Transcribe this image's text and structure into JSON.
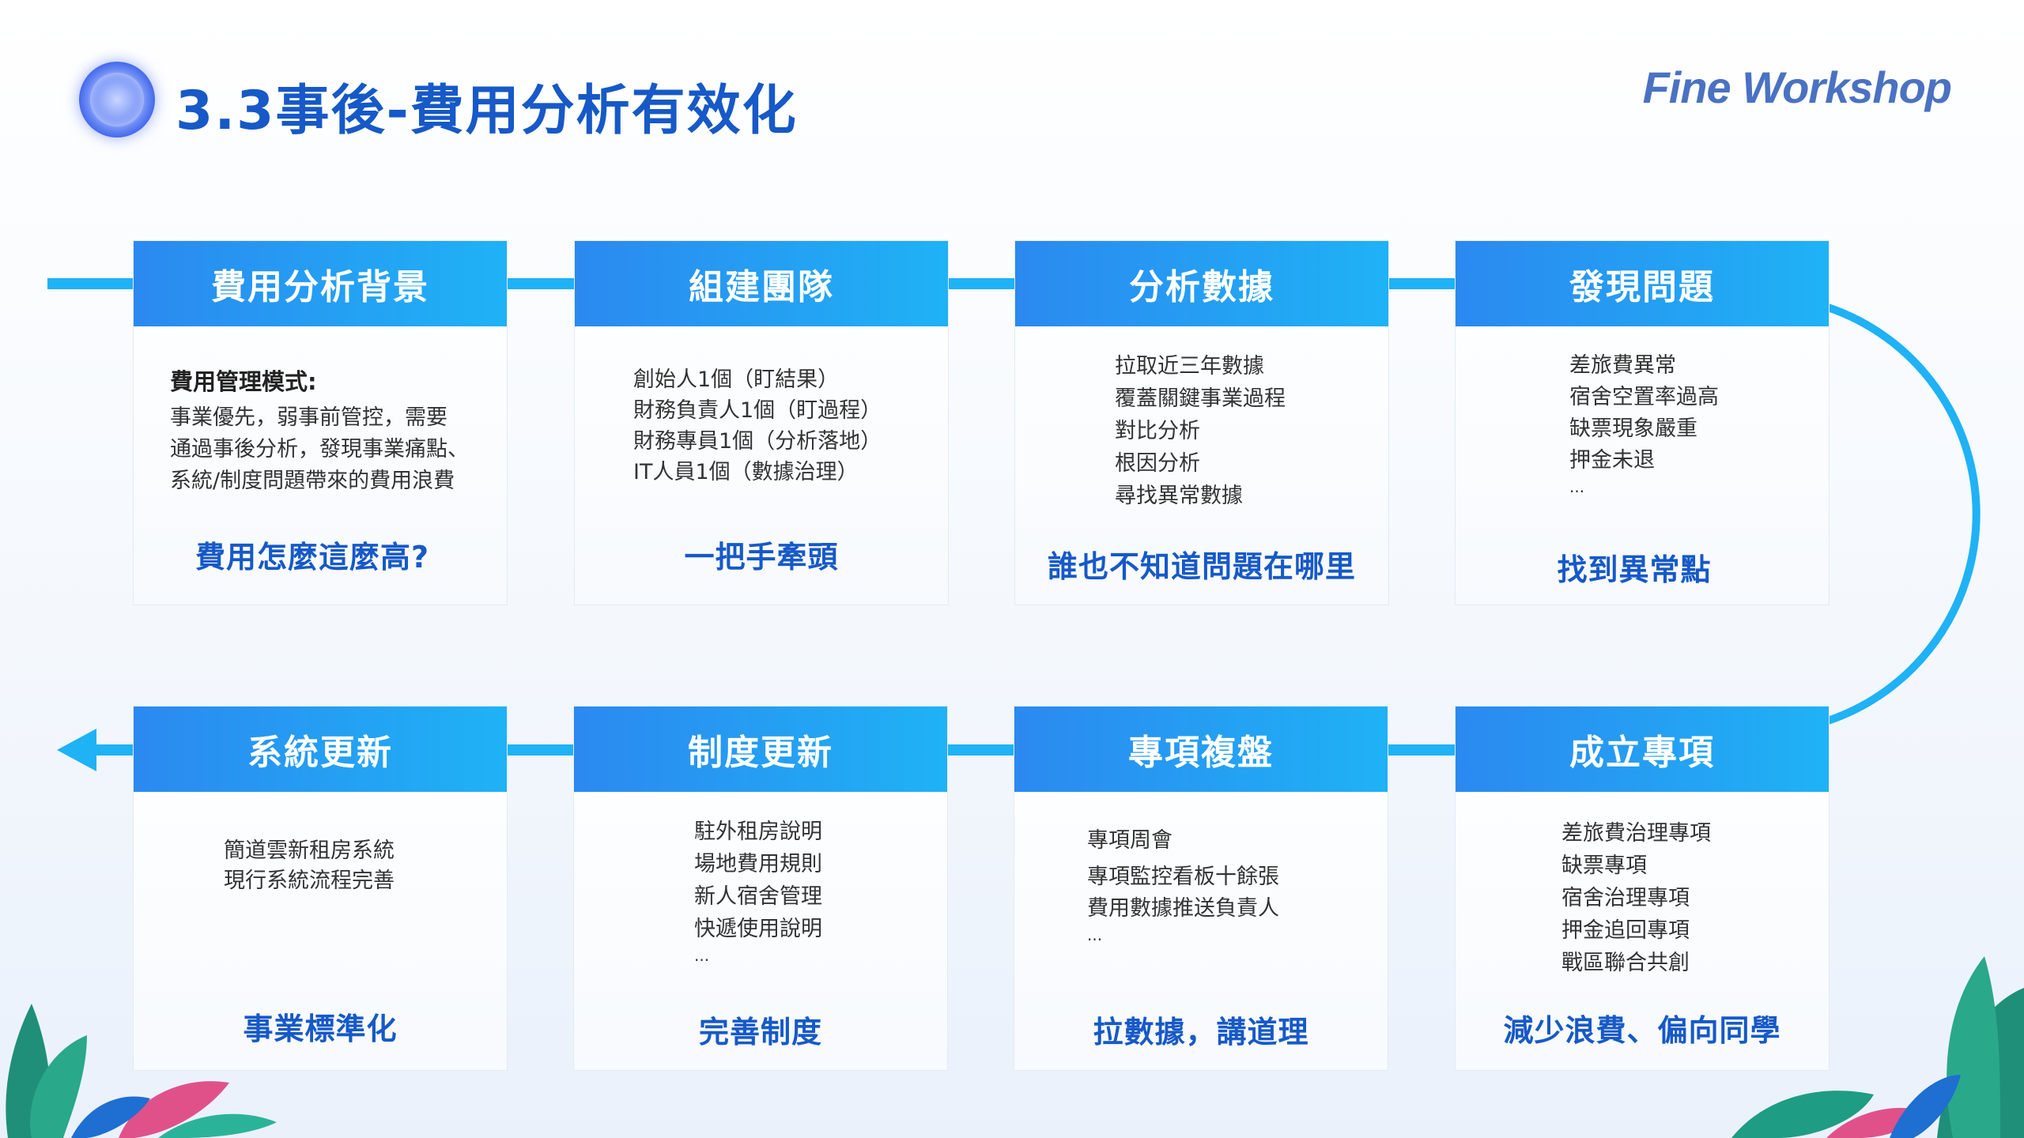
{
  "header": {
    "title": "3.3事後-費用分析有效化",
    "brand": "Fine Workshop"
  },
  "colors": {
    "accent": "#1659c7",
    "header_start": "#2b89f0",
    "header_end": "#1fb2f5",
    "connector": "#1fb2f5"
  },
  "steps": [
    {
      "title": "費用分析背景",
      "subtitle": "費用管理模式:",
      "items": [
        "事業優先，弱事前管控，需要",
        "通過事後分析，發現事業痛點、",
        "系統/制度問題帶來的費用浪費"
      ],
      "conclusion": "費用怎麼這麼高?"
    },
    {
      "title": "組建團隊",
      "items": [
        "創始人1個（盯結果）",
        "財務負責人1個（盯過程）",
        "財務專員1個（分析落地）",
        "IT人員1個（數據治理）"
      ],
      "conclusion": "一把手牽頭"
    },
    {
      "title": "分析數據",
      "items": [
        "拉取近三年數據",
        "覆蓋關鍵事業過程",
        "對比分析",
        "根因分析",
        "尋找異常數據"
      ],
      "conclusion": "誰也不知道問題在哪里"
    },
    {
      "title": "發現問題",
      "items": [
        "差旅費異常",
        "宿舍空置率過高",
        "缺票現象嚴重",
        "押金未退",
        "..."
      ],
      "conclusion": "找到異常點"
    },
    {
      "title": "成立專項",
      "items": [
        "差旅費治理專項",
        "缺票專項",
        "宿舍治理專項",
        "押金追回專項",
        "戰區聯合共創"
      ],
      "conclusion": "減少浪費、偏向同學"
    },
    {
      "title": "專項複盤",
      "items": [
        "專項周會",
        "專項監控看板十餘張",
        "費用數據推送負責人",
        "..."
      ],
      "conclusion": "拉數據，講道理"
    },
    {
      "title": "制度更新",
      "items": [
        "駐外租房說明",
        "場地費用規則",
        "新人宿舍管理",
        "快遞使用說明",
        "..."
      ],
      "conclusion": "完善制度"
    },
    {
      "title": "系統更新",
      "items": [
        "簡道雲新租房系統",
        "現行系統流程完善"
      ],
      "conclusion": "事業標準化"
    }
  ]
}
